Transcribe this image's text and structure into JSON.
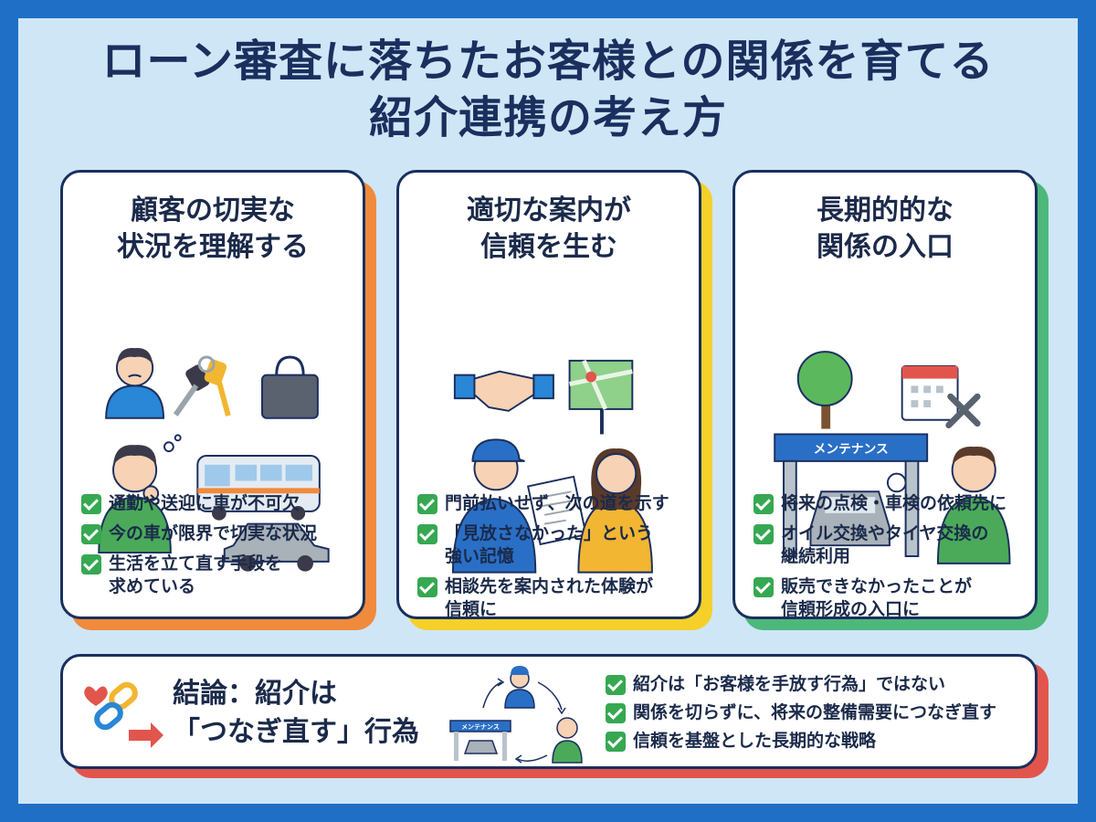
{
  "title": {
    "line1": "ローン審査に落ちたお客様との関係を育てる",
    "line2": "紹介連携の考え方"
  },
  "cards": [
    {
      "title": "顧客の切実な\n状況を理解する",
      "accent": "#f08a3c",
      "icons": [
        "person-worried-icon",
        "car-keys-icon",
        "bag-icon",
        "thinking-person-icon",
        "bus-icon",
        "car-icon"
      ],
      "checks": [
        "通勤や送迎に車が不可欠",
        "今の車が限界で切実な状況",
        "生活を立て直す手段を\n求めている"
      ]
    },
    {
      "title": "適切な案内が\n信頼を生む",
      "accent": "#f5d02a",
      "icons": [
        "handshake-icon",
        "map-sign-icon",
        "mechanic-icon",
        "document-icon",
        "woman-icon"
      ],
      "checks": [
        "門前払いせず、次の道を示す",
        "「見放さなかった」という\n強い記憶",
        "相談先を案内された体験が\n信頼に"
      ]
    },
    {
      "title": "長期的的な\n関係の入口",
      "accent": "#4db87a",
      "garage_label": "メンテナンス",
      "icons": [
        "tree-icon",
        "calendar-icon",
        "wrench-icon",
        "garage-icon",
        "car-icon",
        "person-icon"
      ],
      "checks": [
        "将来の点検・車検の依頼先に",
        "オイル交換やタイヤ交換の\n継続利用",
        "販売できなかったことが\n信頼形成の入口に"
      ]
    }
  ],
  "conclusion": {
    "accent": "#e2554c",
    "line1": "結論：紹介は",
    "line2": "「つなぎ直す」行為",
    "garage_label": "メンテナンス",
    "checks": [
      "紹介は「お客様を手放す行為」ではない",
      "関係を切らずに、将来の整備需要につなぎ直す",
      "信頼を基盤とした長期的な戦略"
    ]
  },
  "colors": {
    "navy": "#1b2f5e",
    "background": "#cfe6f7",
    "border": "#1f6fc6",
    "check": "#36a852"
  }
}
